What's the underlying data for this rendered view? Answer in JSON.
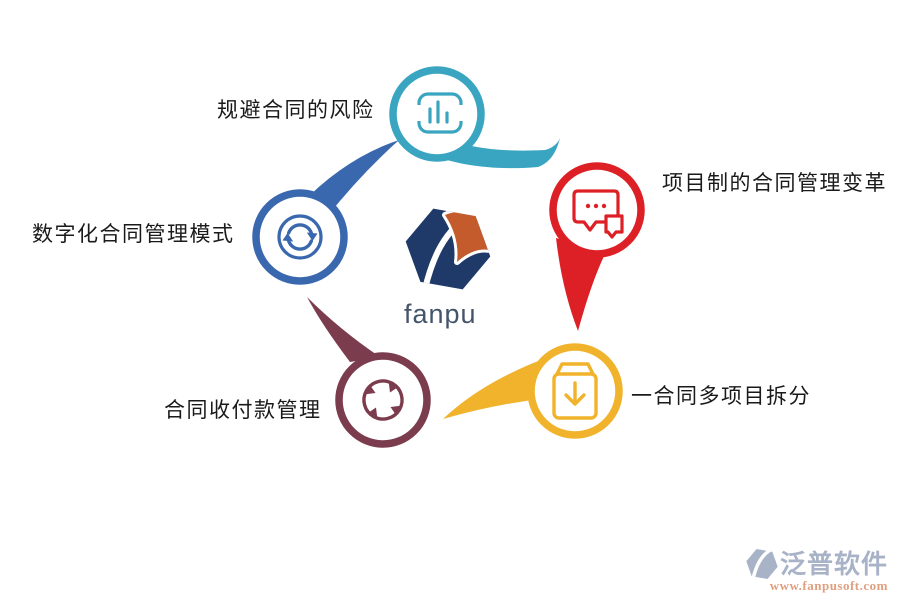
{
  "page": {
    "background": "#ffffff"
  },
  "center": {
    "brand": "fanpu"
  },
  "nodes": [
    {
      "id": "avoid-risk",
      "label": "规避合同的风险",
      "color": "#39a5c0",
      "icon": "bar-chart-frame-icon",
      "position": "top"
    },
    {
      "id": "project-reform",
      "label": "项目制的合同管理变革",
      "color": "#dd2025",
      "icon": "chat-bubbles-icon",
      "position": "upper-right"
    },
    {
      "id": "contract-split",
      "label": "一合同多项目拆分",
      "color": "#f0b32b",
      "icon": "package-download-icon",
      "position": "lower-right"
    },
    {
      "id": "payments",
      "label": "合同收付款管理",
      "color": "#7b3c4e",
      "icon": "cycle-arrows-icon",
      "position": "lower-left"
    },
    {
      "id": "digital-mode",
      "label": "数字化合同管理模式",
      "color": "#3a68ae",
      "icon": "sync-circle-icon",
      "position": "upper-left"
    }
  ],
  "logo_colors": {
    "navy": "#1f3a68",
    "orange": "#c35b2c"
  },
  "watermark": {
    "brand": "泛普软件",
    "url": "www.fanpusoft.com"
  }
}
